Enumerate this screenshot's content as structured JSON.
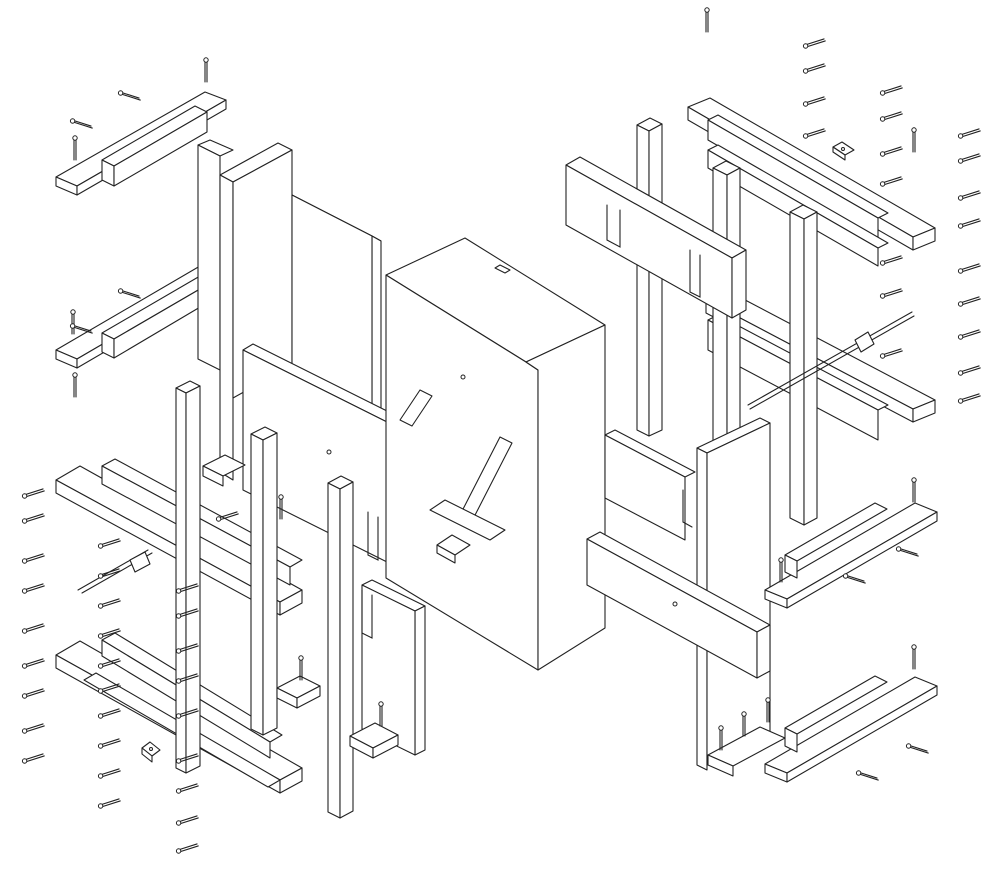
{
  "figure": {
    "title": "",
    "caption": "",
    "style": "isometric exploded-view line drawing",
    "colors": {
      "line": "#222222",
      "background": "#ffffff"
    }
  },
  "groups": [
    {
      "id": "left-frame",
      "kind": "rails-posts-and-boards"
    },
    {
      "id": "center-cabinet",
      "kind": "box-with-cross-bracket"
    },
    {
      "id": "right-frame",
      "kind": "rails-posts-and-boards"
    },
    {
      "id": "fasteners",
      "kind": "screws-bolts-and-washers"
    }
  ]
}
